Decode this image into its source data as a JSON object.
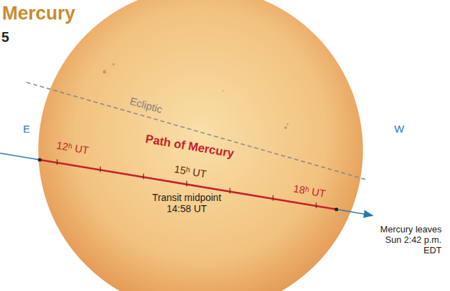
{
  "diagram": {
    "title": "Mercury",
    "labels": [
      "5",
      "Ecliptic",
      "E",
      "W",
      "12ʰ UT",
      "Path of Mercury",
      "15ʰ UT",
      "18ʰ UT",
      "Transit midpoint 14:58 UT",
      "Mercury leaves Sun 2:42 p.m. EDT"
    ]
  }
}
